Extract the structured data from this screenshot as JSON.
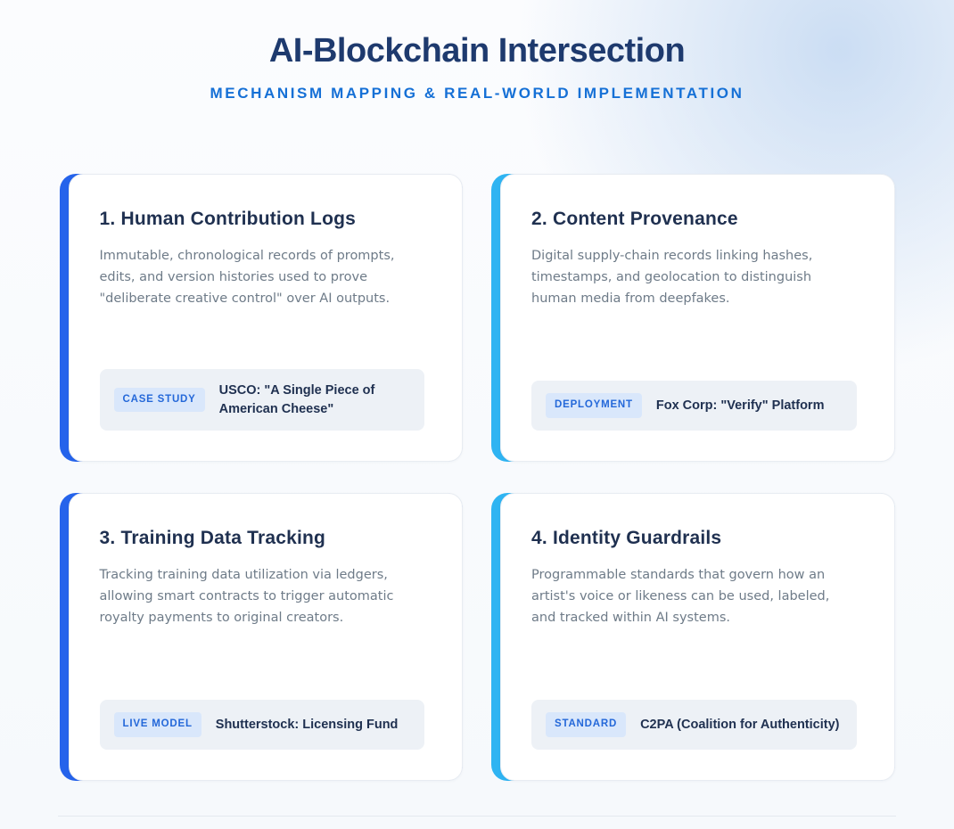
{
  "header": {
    "title": "AI-Blockchain Intersection",
    "subtitle": "MECHANISM MAPPING & REAL-WORLD IMPLEMENTATION"
  },
  "colors": {
    "title_navy": "#1e3a6e",
    "subtitle_blue": "#1570d6",
    "accent_blue": "#2563eb",
    "accent_cyan": "#2fb4f2",
    "badge_bg": "#d9e7fb",
    "badge_text": "#2468d9",
    "footer_bg": "#edf1f6"
  },
  "cards": [
    {
      "title": "1. Human Contribution Logs",
      "body": "Immutable, chronological records of prompts, edits, and version histories used to prove \"deliberate creative control\" over AI outputs.",
      "badge_label": "CASE STUDY",
      "example": "USCO: \"A Single Piece of American Cheese\"",
      "accent_color": "#2563eb"
    },
    {
      "title": "2. Content Provenance",
      "body": "Digital supply-chain records linking hashes, timestamps, and geolocation to distinguish human media from deepfakes.",
      "badge_label": "DEPLOYMENT",
      "example": "Fox Corp: \"Verify\" Platform",
      "accent_color": "#2fb4f2"
    },
    {
      "title": "3. Training Data Tracking",
      "body": "Tracking training data utilization via ledgers, allowing smart contracts to trigger automatic royalty payments to original creators.",
      "badge_label": "LIVE MODEL",
      "example": "Shutterstock: Licensing Fund",
      "accent_color": "#2563eb"
    },
    {
      "title": "4. Identity Guardrails",
      "body": "Programmable standards that govern how an artist's voice or likeness can be used, labeled, and tracked within AI systems.",
      "badge_label": "STANDARD",
      "example": "C2PA (Coalition for Authenticity)",
      "accent_color": "#2fb4f2"
    }
  ]
}
